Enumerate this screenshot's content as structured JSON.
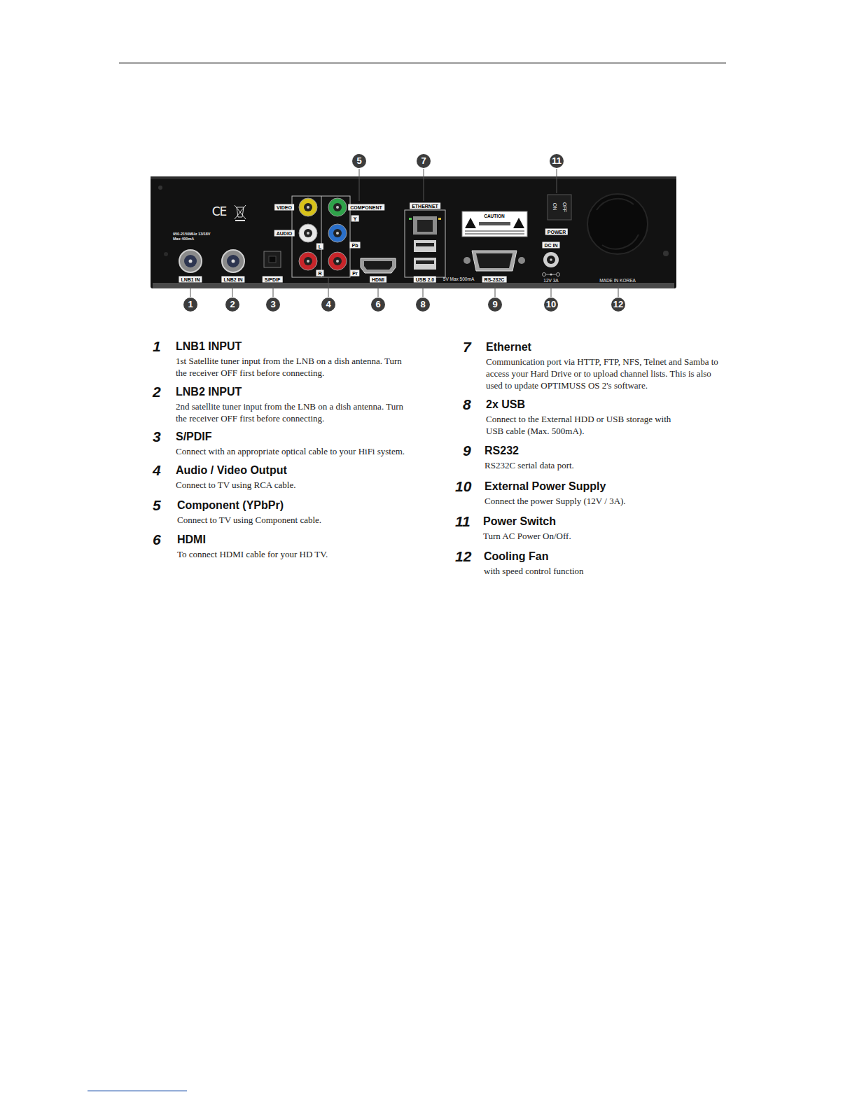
{
  "diagram": {
    "labels": [
      "950-2150MHz 13/18V Max 400mA",
      "CE",
      "LNB1 IN",
      "LNB2 IN",
      "S/PDIF",
      "VIDEO",
      "AUDIO",
      "L",
      "R",
      "COMPONENT",
      "Y",
      "Pb",
      "Pr",
      "HDMI",
      "ETHERNET",
      "USB 2.0",
      "5V Max 500mA",
      "CAUTION",
      "RS-232C",
      "ON",
      "OFF",
      "POWER",
      "DC IN",
      "12V 3A",
      "MADE IN KOREA",
      "1",
      "2",
      "3",
      "4",
      "5",
      "6",
      "7",
      "8",
      "9",
      "10",
      "11",
      "12",
      "1",
      "LNB1 INPUT",
      "1st Satellite tuner input from the LNB on a dish antenna. Turn the receiver OFF first before connecting.",
      "2",
      "LNB2 INPUT",
      "2nd satellite tuner input from the LNB on a dish antenna. Turn the receiver OFF first before connecting.",
      "3",
      "S/PDIF",
      "Connect with an appropriate optical cable to your HiFi system.",
      "4",
      "Audio / Video Output",
      "Connect to TV using RCA cable.",
      "5",
      "Component (YPbPr)",
      "Connect to TV using Component cable.",
      "6",
      "HDMI",
      "To connect HDMI cable for your HD TV.",
      "7",
      "Ethernet",
      "Communication port via HTTP, FTP, NFS, Telnet and Samba to access your Hard Drive or to upload channel lists. This is also used to update OPTIMUSS OS 2's software.",
      "8",
      "2x USB",
      "Connect to the External HDD or USB storage with USB cable (Max. 500mA).",
      "9",
      "RS232",
      "RS232C serial data port.",
      "10",
      "External Power Supply",
      "Connect the power Supply (12V / 3A).",
      "11",
      "Power Switch",
      "Turn AC Power On/Off.",
      "12",
      "Cooling Fan",
      "with speed control function"
    ]
  }
}
